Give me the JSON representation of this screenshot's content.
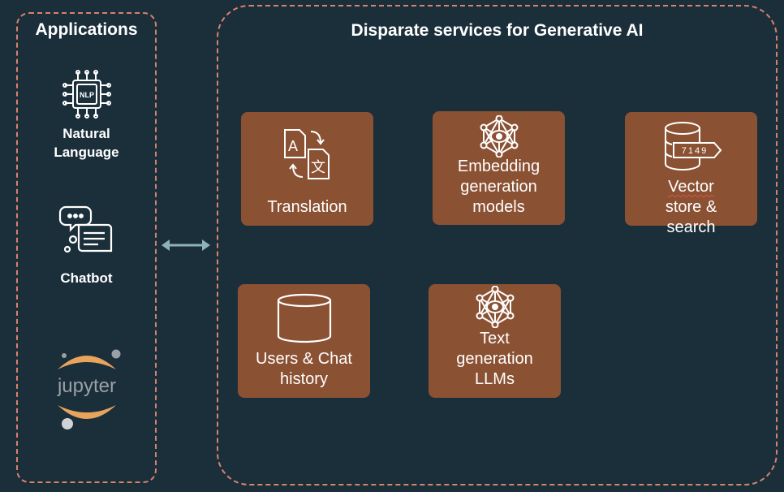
{
  "applications": {
    "title": "Applications",
    "items": [
      {
        "name": "nlp",
        "chip_text": "NLP",
        "label_lines": [
          "Natural",
          "Language"
        ]
      },
      {
        "name": "chatbot",
        "label_lines": [
          "Chatbot"
        ]
      },
      {
        "name": "jupyter",
        "logo_text": "jupyter"
      }
    ]
  },
  "services": {
    "title": "Disparate services for Generative AI",
    "cards": [
      {
        "name": "translation",
        "icon": "translation-icon",
        "label_lines": [
          "Translation"
        ]
      },
      {
        "name": "embedding",
        "icon": "neural-network-icon",
        "label_lines": [
          "Embedding",
          "generation",
          "models"
        ]
      },
      {
        "name": "vector-store",
        "icon": "vector-database-icon",
        "icon_text": "7149",
        "label_lines": [
          "Vector store &",
          "search"
        ]
      },
      {
        "name": "users-chat-history",
        "icon": "database-icon",
        "label_lines": [
          "Users & Chat",
          "history"
        ]
      },
      {
        "name": "text-generation",
        "icon": "neural-network-icon",
        "label_lines": [
          "Text",
          "generation",
          "LLMs"
        ]
      }
    ]
  },
  "colors": {
    "background": "#1b2f3b",
    "panel_border": "#d9826b",
    "card": "#8b5133",
    "arrow": "#8fb3b4",
    "jupyter_orange": "#e8a45c",
    "jupyter_gray": "#9aa0a6"
  }
}
